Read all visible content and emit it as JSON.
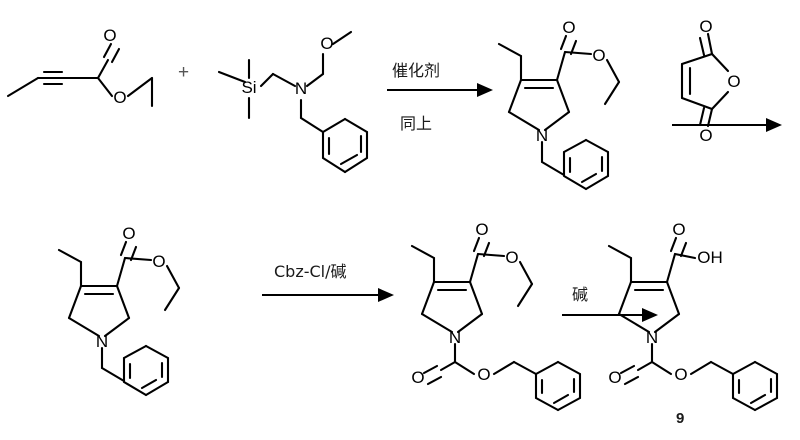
{
  "figure": {
    "kind": "chemical-reaction-scheme",
    "background_color": "#ffffff",
    "line_color": "#000000",
    "rows": 2
  },
  "atom_labels": {
    "oxygen": "O",
    "nitrogen": "N",
    "silicon": "Si",
    "hydroxyl": "OH"
  },
  "row1": {
    "reagent_a": {
      "name": "ethyl-2-pentynoate",
      "atoms": {
        "carbonyl_o": "O",
        "ester_o": "O"
      }
    },
    "plus_sign": "+",
    "reagent_b": {
      "name": "n-benzyl-n-methoxymethyl-trimethylsilylmethylamine",
      "atoms": {
        "silicon": "Si",
        "nitrogen": "N",
        "ether_o": "O"
      }
    },
    "arrow1": {
      "above": "催化剂",
      "below": "同上"
    },
    "product": {
      "name": "ethyl-1-benzyl-4-ethyl-2,5-dihydro-1h-pyrrole-3-carboxylate",
      "atoms": {
        "carbonyl_o": "O",
        "ester_o": "O",
        "nitrogen": "N"
      }
    },
    "reagent_c": {
      "name": "maleic-anhydride",
      "atoms": {
        "top_o": "O",
        "ring_o": "O",
        "bottom_o": "O"
      }
    },
    "arrow2": {
      "above": "",
      "below": ""
    }
  },
  "row2": {
    "start_material": {
      "name": "ethyl-1-benzyl-4-ethyl-2,5-dihydro-1h-pyrrole-3-carboxylate",
      "atoms": {
        "carbonyl_o": "O",
        "ester_o": "O",
        "nitrogen": "N"
      }
    },
    "arrow1": {
      "above": "Cbz-Cl/碱",
      "below": ""
    },
    "intermediate": {
      "name": "3-ethyl-1-cbz-4-ethoxycarbonyl-2,5-dihydropyrrole",
      "atoms": {
        "ester_carbonyl_o": "O",
        "ester_o": "O",
        "nitrogen": "N",
        "carbamate_carbonyl_o": "O",
        "carbamate_o": "O"
      }
    },
    "arrow2": {
      "above": "碱",
      "below": ""
    },
    "product": {
      "name": "1-cbz-4-ethyl-2,5-dihydro-1h-pyrrole-3-carboxylic-acid",
      "compound_number": "9",
      "atoms": {
        "acid_carbonyl_o": "O",
        "hydroxyl": "OH",
        "nitrogen": "N",
        "carbamate_carbonyl_o": "O",
        "carbamate_o": "O"
      }
    }
  }
}
